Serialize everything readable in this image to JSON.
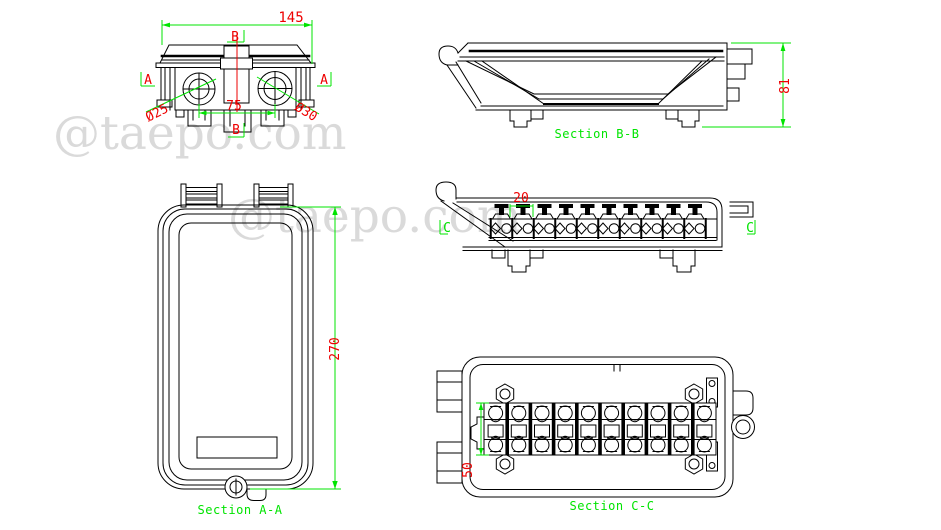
{
  "watermarks": [
    "@taepo.com",
    "@taepo.com"
  ],
  "colors": {
    "outline": "#000000",
    "dimension_text": "#ee0000",
    "annotation": "#00e400",
    "watermark": "#dadada",
    "background": "#ffffff"
  },
  "front_view": {
    "width_dim": "145",
    "hole_spacing_dim": "75",
    "left_hole_dim": "Ø25",
    "right_hole_dim": "Ø30",
    "marker_top": "B",
    "marker_bottom": "B",
    "marker_left": "A",
    "marker_right": "A"
  },
  "section_bb": {
    "label": "Section B-B",
    "height_dim": "81"
  },
  "section_aa": {
    "label": "Section A-A",
    "height_dim": "270"
  },
  "side_view": {
    "pitch_dim": "20",
    "marker_left": "C",
    "marker_right": "C"
  },
  "section_cc": {
    "label": "Section C-C",
    "strip_height_dim": "50"
  }
}
